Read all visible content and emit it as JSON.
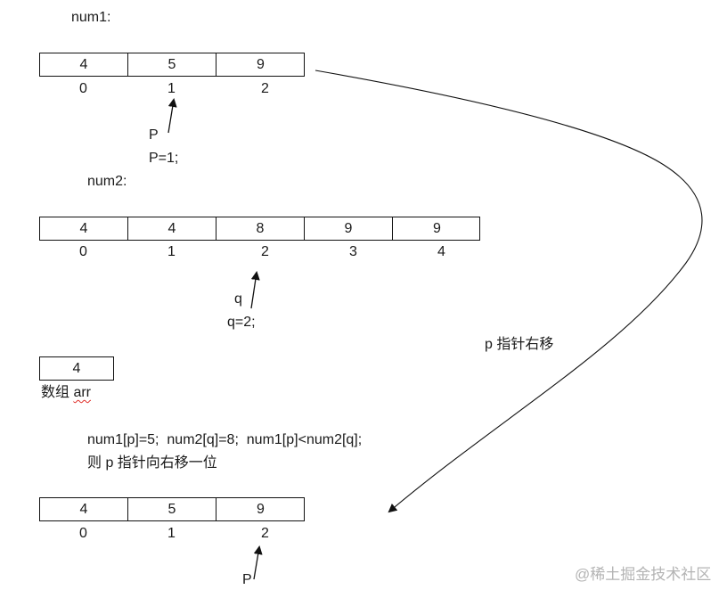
{
  "num1": {
    "label": "num1:",
    "values": [
      "4",
      "5",
      "9"
    ],
    "indices": [
      "0",
      "1",
      "2"
    ],
    "pointer_label": "P",
    "pointer_assign": "P=1;"
  },
  "num2": {
    "label": "num2:",
    "values": [
      "4",
      "4",
      "8",
      "9",
      "9"
    ],
    "indices": [
      "0",
      "1",
      "2",
      "3",
      "4"
    ],
    "pointer_label": "q",
    "pointer_assign": "q=2;"
  },
  "arr": {
    "values": [
      "4"
    ],
    "label_prefix": "数组 ",
    "label_word": "arr"
  },
  "explanation": {
    "line1": "num1[p]=5;  num2[q]=8;  num1[p]<num2[q];",
    "line2": "则 p 指针向右移一位"
  },
  "num1_after": {
    "values": [
      "4",
      "5",
      "9"
    ],
    "indices": [
      "0",
      "1",
      "2"
    ],
    "pointer_label": "P"
  },
  "curve_label": "p 指针右移",
  "watermark": "@稀土掘金技术社区",
  "colors": {
    "stroke": "#111111",
    "text": "#1a1a1a",
    "spellcheck": "#e0302a",
    "watermark": "#b4b4b4"
  }
}
